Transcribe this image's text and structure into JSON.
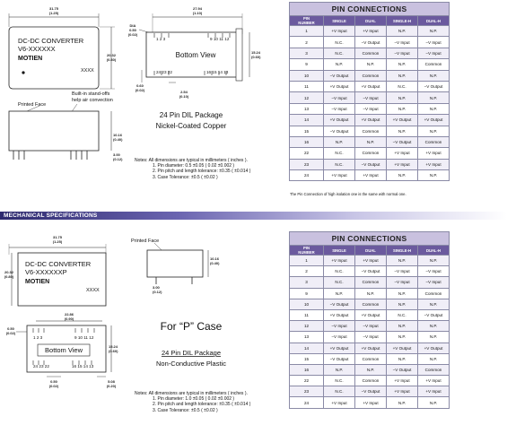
{
  "top": {
    "module": {
      "line1": "DC-DC CONVERTER",
      "line2": "V6-XXXXXX",
      "brand": "MOTIEN",
      "code": "XXXX"
    },
    "dims": {
      "width": "31.75",
      "width_in": "(1.25)",
      "height": "20.32",
      "height_in": "(0.80)",
      "bv_width": "27.94",
      "bv_width_in": "(1.10)",
      "pin_dia": "DIA",
      "pin_dia_mm": "0.50",
      "pin_dia_in": "(0.02)",
      "side_h": "15.24",
      "side_h_in": "(0.60)",
      "pin_pitch": "2.54",
      "pin_pitch_in": "(0.10)",
      "row_gap": "0.60",
      "row_gap_in": "(0.02)",
      "side_view_h": "10.16",
      "side_view_h_in": "(0.40)",
      "lead": "3.00",
      "lead_in": "(0.12)"
    },
    "bottom_view": {
      "label": "Bottom View",
      "pins_top_left": "1 2 3",
      "pins_top_right": "9 10 11 12",
      "pins_bottom_left": "24 23 22",
      "pins_bottom_right": "16 15 14 13"
    },
    "callouts": {
      "standoff": "Built-in stand-offs\nhelp air convection",
      "printed_face": "Printed Face"
    },
    "package": {
      "line1": "24 Pin DIL Package",
      "line2": "Nickel-Coated Copper"
    },
    "notes": {
      "heading": "Notes: All dimensions are typical in millimeters ( inches ).",
      "n1": "1.  Pin diameter: 0.5 ±0.05 ( 0.02 ±0.002 )",
      "n2": "2.  Pin pitch and length tolerance: ±0.35 ( ±0.014 )",
      "n3": "3.  Case Tolerance: ±0.5 ( ±0.02 )"
    }
  },
  "section_title": "MECHANICAL SPECIFICATIONS",
  "bottom": {
    "module": {
      "line1": "DC-DC CONVERTER",
      "line2": "V6-XXXXXXP",
      "brand": "MOTIEN",
      "code": "XXXX"
    },
    "dims": {
      "width": "31.75",
      "width_in": "(1.25)",
      "height": "20.32",
      "height_in": "(0.80)",
      "bv_width": "22.86",
      "bv_width_in": "(0.90)",
      "top_gap": "0.50",
      "top_gap_in": "(0.02)",
      "side_h": "15.24",
      "side_h_in": "(0.60)",
      "bot_gap": "0.50",
      "bot_gap_in": "(0.02)",
      "bot_pitch": "5.08",
      "bot_pitch_in": "(0.20)",
      "side_view_h": "10.16",
      "side_view_h_in": "(0.40)",
      "lead": "3.00",
      "lead_in": "(0.12)"
    },
    "bottom_view": {
      "label": "Bottom View",
      "pins_top_left": "1 2 3",
      "pins_top_right": "9 10 11 12",
      "pins_bottom_left": "24 23 22",
      "pins_bottom_right": "16 15 14 13"
    },
    "printed_face": "Printed Face",
    "case_title": "For “P” Case",
    "package": {
      "line1": "24 Pin DIL Package",
      "line2": "Non-Conductive Plastic"
    },
    "notes": {
      "heading": "Notes: All dimensions are typical in millimeters ( inches ).",
      "n1": "1.  Pin diameter: 1.0 ±0.05 ( 0.02 ±0.002 )",
      "n2": "2.  Pin pitch and length tolerance: ±0.35 ( ±0.014 )",
      "n3": "3.  Case Tolerance: ±0.5 ( ±0.02 )"
    }
  },
  "pin_table_top": {
    "title": "PIN CONNECTIONS",
    "headers": [
      "PIN\nNUMBER",
      "SINGLE",
      "DUAL",
      "SINGLE-H",
      "DUAL-H"
    ],
    "rows": [
      [
        "1",
        "+V Input",
        "+V Input",
        "N.P.",
        "N.P."
      ],
      [
        "2",
        "N.C.",
        "−V Output",
        "−V Input",
        "−V Input"
      ],
      [
        "3",
        "N.C.",
        "Common",
        "−V Input",
        "−V Input"
      ],
      [
        "9",
        "N.P.",
        "N.P.",
        "N.P.",
        "Common"
      ],
      [
        "10",
        "−V Output",
        "Common",
        "N.P.",
        "N.P."
      ],
      [
        "11",
        "+V Output",
        "+V Output",
        "N.C.",
        "−V Output"
      ],
      [
        "12",
        "−V Input",
        "−V Input",
        "N.P.",
        "N.P."
      ],
      [
        "13",
        "−V Input",
        "−V Input",
        "N.P.",
        "N.P."
      ],
      [
        "14",
        "+V Output",
        "+V Output",
        "+V Output",
        "+V Output"
      ],
      [
        "15",
        "−V Output",
        "Common",
        "N.P.",
        "N.P."
      ],
      [
        "16",
        "N.P.",
        "N.P.",
        "−V Output",
        "Common"
      ],
      [
        "22",
        "N.C.",
        "Common",
        "+V Input",
        "+V Input"
      ],
      [
        "23",
        "N.C.",
        "−V Output",
        "+V Input",
        "+V Input"
      ],
      [
        "24",
        "+V Input",
        "+V Input",
        "N.P.",
        "N.P."
      ]
    ],
    "footnote": "The Pin Connection of high isolation one is the same with normal one."
  },
  "pin_table_bottom": {
    "title": "PIN CONNECTIONS",
    "headers": [
      "PIN\nNUMBER",
      "SINGLE",
      "DUAL",
      "SINGLE-H",
      "DUAL-H"
    ],
    "rows": [
      [
        "1",
        "+V Input",
        "+V Input",
        "N.P.",
        "N.P."
      ],
      [
        "2",
        "N.C.",
        "−V Output",
        "−V Input",
        "−V Input"
      ],
      [
        "3",
        "N.C.",
        "Common",
        "−V Input",
        "−V Input"
      ],
      [
        "9",
        "N.P.",
        "N.P.",
        "N.P.",
        "Common"
      ],
      [
        "10",
        "−V Output",
        "Common",
        "N.P.",
        "N.P."
      ],
      [
        "11",
        "+V Output",
        "+V Output",
        "N.C.",
        "−V Output"
      ],
      [
        "12",
        "−V Input",
        "−V Input",
        "N.P.",
        "N.P."
      ],
      [
        "13",
        "−V Input",
        "−V Input",
        "N.P.",
        "N.P."
      ],
      [
        "14",
        "+V Output",
        "+V Output",
        "+V Output",
        "+V Output"
      ],
      [
        "15",
        "−V Output",
        "Common",
        "N.P.",
        "N.P."
      ],
      [
        "16",
        "N.P.",
        "N.P.",
        "−V Output",
        "Common"
      ],
      [
        "22",
        "N.C.",
        "Common",
        "+V Input",
        "+V Input"
      ],
      [
        "23",
        "N.C.",
        "−V Output",
        "+V Input",
        "+V Input"
      ],
      [
        "24",
        "+V Input",
        "+V Input",
        "N.P.",
        "N.P."
      ]
    ]
  }
}
